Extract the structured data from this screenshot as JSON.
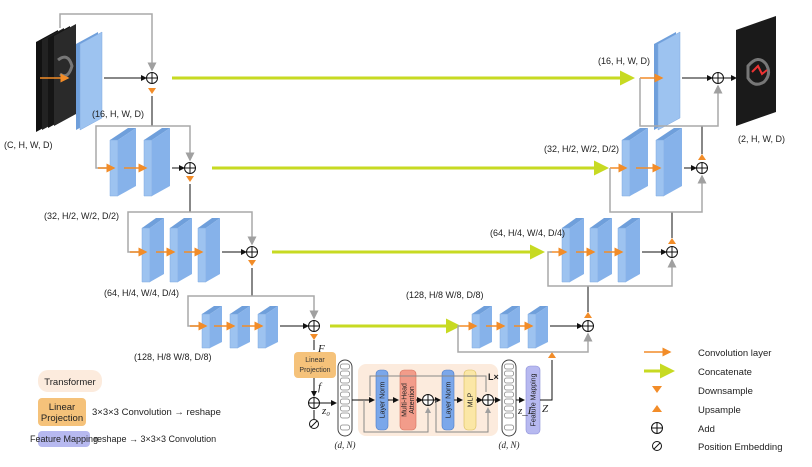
{
  "colors": {
    "block_face": "#9DC3F0",
    "block_side": "#6F9FDB",
    "conv_arrow": "#F28C28",
    "concat_arrow": "#C7DA22",
    "skip_line": "#A9A9A9",
    "transformer_bg": "#FCEBDD",
    "linear_proj_bg": "#F5C27A",
    "feature_map_bg": "#B7B9F0",
    "mhsa_bg": "#F29C8A",
    "mlp_bg": "#FBE7A6"
  },
  "encoder_labels": {
    "input": "(C, H, W, D)",
    "l1": "(16, H, W, D)",
    "l2": "(32, H/2, W/2, D/2)",
    "l3": "(64, H/4, W/4, D/4)",
    "l4": "(128, H/8 W/8, D/8)"
  },
  "decoder_labels": {
    "l1": "(16, H, W, D)",
    "l2": "(32, H/2, W/2, D/2)",
    "l3": "(64, H/4, W/4, D/4)",
    "l4": "(128, H/8 W/8, D/8)",
    "output": "(2, H, W, D)"
  },
  "transformer": {
    "linear_projection": [
      "Linear",
      "Projection"
    ],
    "f_label": "f",
    "F_label": "F",
    "z0_label": "z₀",
    "zL_label": "z_L",
    "Z_label": "Z",
    "layer_norm": "Layer Norm",
    "mhsa": [
      "Multi-Head",
      "Attention"
    ],
    "mlp": "MLP",
    "feature_mapping": "Feature Mapping",
    "repeat": "L×",
    "token_dims": "(d, N)"
  },
  "legend_left": {
    "transformer": "Transformer",
    "linear_projection": [
      "Linear",
      "Projection"
    ],
    "linear_projection_desc": "3×3×3 Convolution → reshape",
    "feature_mapping": "Feature Mapping",
    "feature_mapping_desc": "reshape → 3×3×3 Convolution"
  },
  "legend_right": {
    "conv": "Convolution layer",
    "concat": "Concatenate",
    "down": "Downsample",
    "up": "Upsample",
    "add": "Add",
    "pos": "Position Embedding"
  }
}
